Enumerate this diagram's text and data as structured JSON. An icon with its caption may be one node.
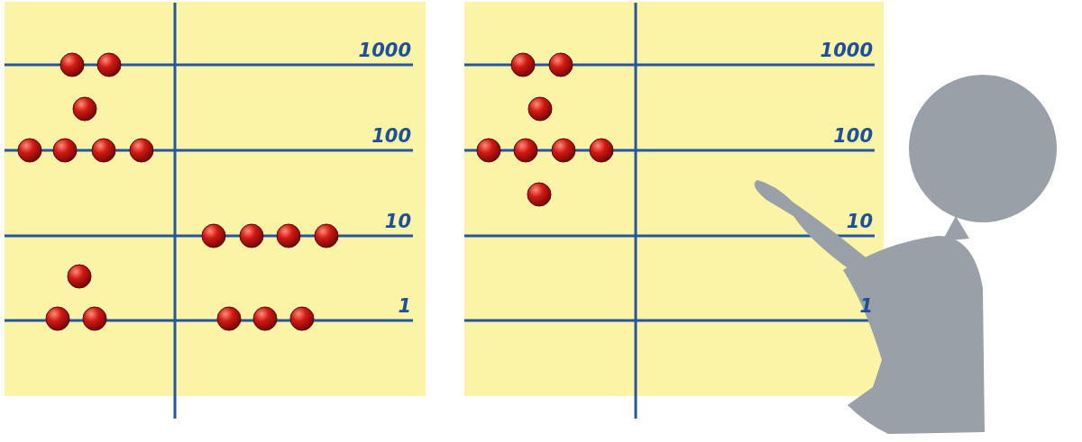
{
  "diagram": {
    "labels": [
      "1000",
      "100",
      "10",
      "1",
      "1000",
      "100",
      "10",
      "1"
    ]
  }
}
